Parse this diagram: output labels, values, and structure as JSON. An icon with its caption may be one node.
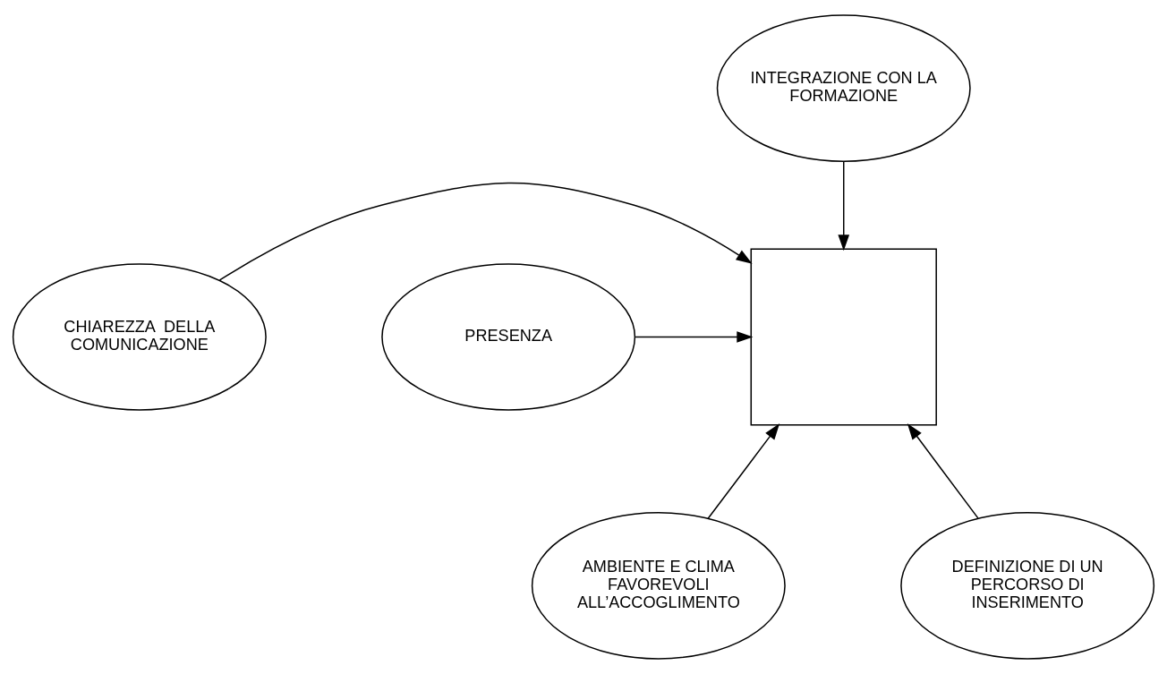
{
  "diagram": {
    "nodes": [
      {
        "text": [
          "INTEGRAZIONE CON LA FORMAZIONE"
        ]
      },
      {
        "text": [
          "CHIAREZZA  DELLA COMUNICAZIONE"
        ]
      },
      {
        "text": [],
        "shape": "box"
      },
      {
        "text": [
          "PRESENZA"
        ]
      },
      {
        "text": [
          "AMBIENTE E CLIMA FAVOREVOLI ALL’ACCOGLIMENTO"
        ]
      },
      {
        "text": [
          "DEFINIZIONE DI UN PERCORSO DI INSERIMENTO"
        ]
      }
    ],
    "edges": [
      {
        "from": 0,
        "to": 2,
        "arrow": "to"
      },
      {
        "from": 1,
        "to": 2,
        "arrow": "to"
      },
      {
        "from": 3,
        "to": 2,
        "arrow": "to"
      },
      {
        "from": 4,
        "to": 2,
        "arrow": "to"
      },
      {
        "from": 5,
        "to": 2,
        "arrow": "to"
      }
    ]
  }
}
